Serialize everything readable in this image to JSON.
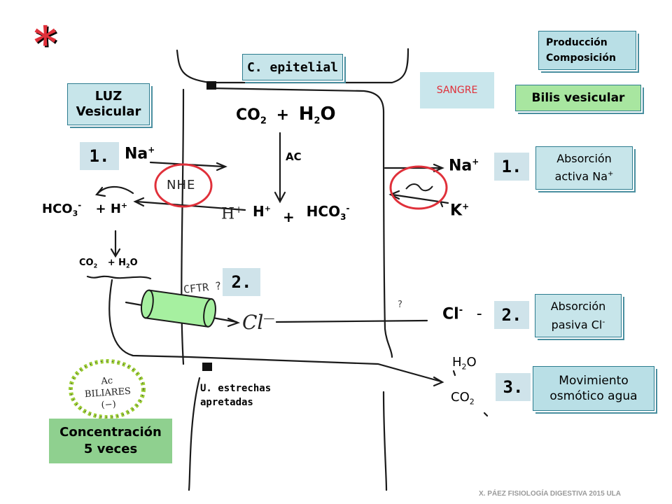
{
  "asterisk": "*",
  "c_epitelial": "C. epitelial",
  "sangre": "SANGRE",
  "produccion_line1": "Producción",
  "produccion_line2": "Composición",
  "bilis_vesicular": "Bilis vesicular",
  "luz_line1": "LUZ",
  "luz_line2": "Vesicular",
  "num_1_left": "1.",
  "na_left": "Na",
  "na_left_sup": "+",
  "co2_sub": "2",
  "co2_base": "CO",
  "plus_top": "+",
  "h2o_h": "H",
  "h2o_sub": "2",
  "h2o_o": "O",
  "ac_label": "AC",
  "nhe_label": "NHE",
  "hco3_left": "HCO",
  "hco3_left_sub": "3",
  "hco3_left_sup": "-",
  "h_left": "+ H",
  "h_left_sup": "+",
  "h_hand": "H",
  "h_hand_sup": "+",
  "h_mid": "H",
  "h_mid_sup": "+",
  "plus_mid": "+",
  "hco3_mid": "HCO",
  "hco3_mid_sub": "3",
  "hco3_mid_sup": "-",
  "na_right": "Na",
  "na_right_sup": "+",
  "k_right": "K",
  "k_right_sup": "+",
  "num_1_right": "1.",
  "abs_na_line1": "Absorción",
  "abs_na_line2": "activa Na",
  "abs_na_sup": "+",
  "co2_small": "CO",
  "co2_small_sub": "2",
  "h2o_small": "+ H",
  "h2o_small_sub": "2",
  "h2o_small_o": "O",
  "num_2_mid": "2.",
  "cftr_label": "CFTR ?",
  "cl_hand": "Cl",
  "question_mid": "?",
  "cl_right": "Cl",
  "cl_right_sup": "-",
  "dash_right": "-",
  "num_2_right": "2.",
  "abs_cl_line1": "Absorción",
  "abs_cl_line2": "pasiva Cl",
  "abs_cl_sup": "-",
  "h2o_bottom": "H",
  "h2o_bottom_sub": "2",
  "h2o_bottom_o": "O",
  "co2_bottom": "CO",
  "co2_bottom_sub": "2",
  "num_3": "3.",
  "mov_line1": "Movimiento",
  "mov_line2": "osmótico agua",
  "u_estrechas_line1": "U. estrechas",
  "u_estrechas_line2": "apretadas",
  "ac_biliares_line1": "Ac BILIARES",
  "ac_biliares_line2": "(−)",
  "conc_line1": "Concentración",
  "conc_line2": "5 veces",
  "footer": "X. PÁEZ   FISIOLOGÍA DIGESTIVA 2015 ULA",
  "colors": {
    "red": "#e0303a",
    "teal_box": "#c7e5ea",
    "green_box": "#8fd08f",
    "green_dots": "#9acd32",
    "cftr_green": "#a6f0a0"
  }
}
